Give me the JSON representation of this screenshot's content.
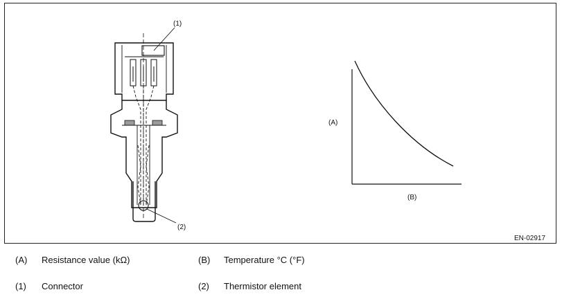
{
  "figure": {
    "callout_1": "(1)",
    "callout_2": "(2)",
    "axis_a": "(A)",
    "axis_b": "(B)",
    "figure_code": "EN-02917"
  },
  "legend": [
    {
      "key": "(A)",
      "text": "Resistance value (kΩ)"
    },
    {
      "key": "(B)",
      "text": "Temperature °C (°F)"
    },
    {
      "key": "(1)",
      "text": "Connector"
    },
    {
      "key": "(2)",
      "text": "Thermistor element"
    }
  ]
}
